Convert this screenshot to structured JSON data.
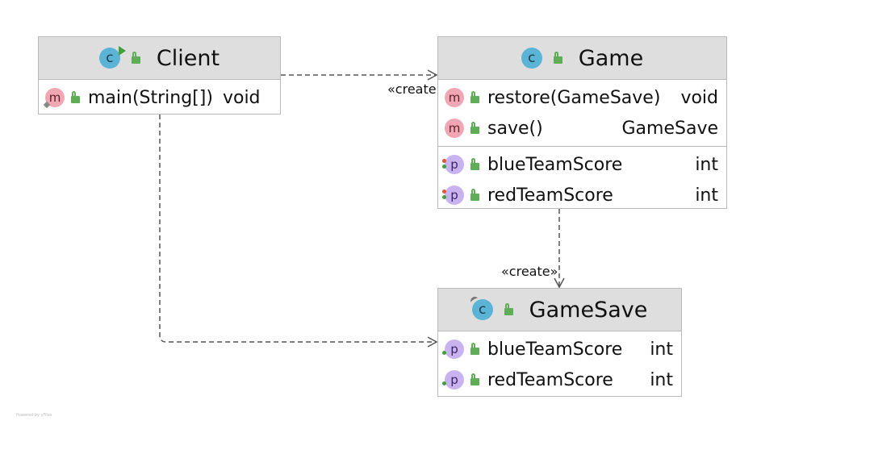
{
  "classes": {
    "client": {
      "name": "Client",
      "methods": [
        {
          "name": "main(String[])",
          "type": "void"
        }
      ]
    },
    "game": {
      "name": "Game",
      "methods": [
        {
          "name": "restore(GameSave)",
          "type": "void"
        },
        {
          "name": "save()",
          "type": "GameSave"
        }
      ],
      "properties": [
        {
          "name": "blueTeamScore",
          "type": "int"
        },
        {
          "name": "redTeamScore",
          "type": "int"
        }
      ]
    },
    "gamesave": {
      "name": "GameSave",
      "properties": [
        {
          "name": "blueTeamScore",
          "type": "int"
        },
        {
          "name": "redTeamScore",
          "type": "int"
        }
      ]
    }
  },
  "relations": {
    "client_game_label": "«create»",
    "game_gamesave_label": "«create»"
  },
  "icons": {
    "class": "class-icon",
    "method": "method-icon",
    "property": "property-icon",
    "public": "lock-open-icon"
  },
  "footer": "Powered by yFiles"
}
